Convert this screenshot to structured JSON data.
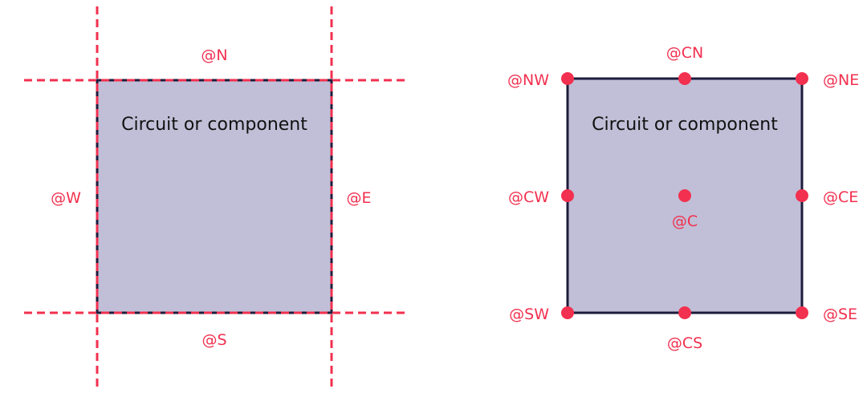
{
  "colors": {
    "accent": "#f2304f",
    "box_fill": "#c0bfd7",
    "box_stroke": "#1e1c3c",
    "text": "#111111"
  },
  "left_diagram": {
    "box_label": "Circuit or component",
    "edge_labels": {
      "north": "@N",
      "south": "@S",
      "west": "@W",
      "east": "@E"
    }
  },
  "right_diagram": {
    "box_label": "Circuit or component",
    "anchors": {
      "nw": "@NW",
      "cn": "@CN",
      "ne": "@NE",
      "cw": "@CW",
      "c": "@C",
      "ce": "@CE",
      "sw": "@SW",
      "cs": "@CS",
      "se": "@SE"
    }
  }
}
